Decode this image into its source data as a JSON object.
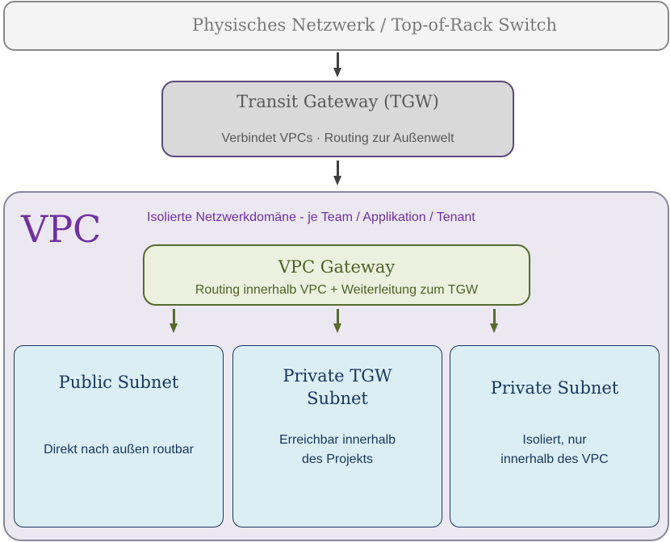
{
  "physical_network": {
    "label": "Physisches Netzwerk / Top-of-Rack Switch"
  },
  "transit_gateway": {
    "title": "Transit Gateway (TGW)",
    "description": "Verbindet VPCs · Routing zur Außenwelt"
  },
  "vpc": {
    "label": "VPC",
    "description": "Isolierte Netzwerkdomäne - je Team / Applikation / Tenant",
    "gateway": {
      "title": "VPC Gateway",
      "description": "Routing innerhalb VPC + Weiterleitung zum TGW"
    },
    "subnets": [
      {
        "title_lines": [
          "Public Subnet"
        ],
        "description_lines": [
          "Direkt nach außen routbar"
        ]
      },
      {
        "title_lines": [
          "Private TGW",
          "Subnet"
        ],
        "description_lines": [
          "Erreichbar innerhalb",
          "des Projekts"
        ]
      },
      {
        "title_lines": [
          "Private Subnet"
        ],
        "description_lines": [
          "Isoliert, nur",
          "innerhalb des VPC"
        ]
      }
    ]
  },
  "colors": {
    "physical_bg": "#f4f4f4",
    "tgw_bg": "#d9d9d9",
    "tgw_border": "#5b4a7a",
    "vpc_bg": "#ece8f1",
    "vpc_accent": "#7030a0",
    "gateway_bg": "#ebf1de",
    "gateway_accent": "#4f6228",
    "subnet_bg": "#dbeef4",
    "subnet_text": "#17365d"
  }
}
